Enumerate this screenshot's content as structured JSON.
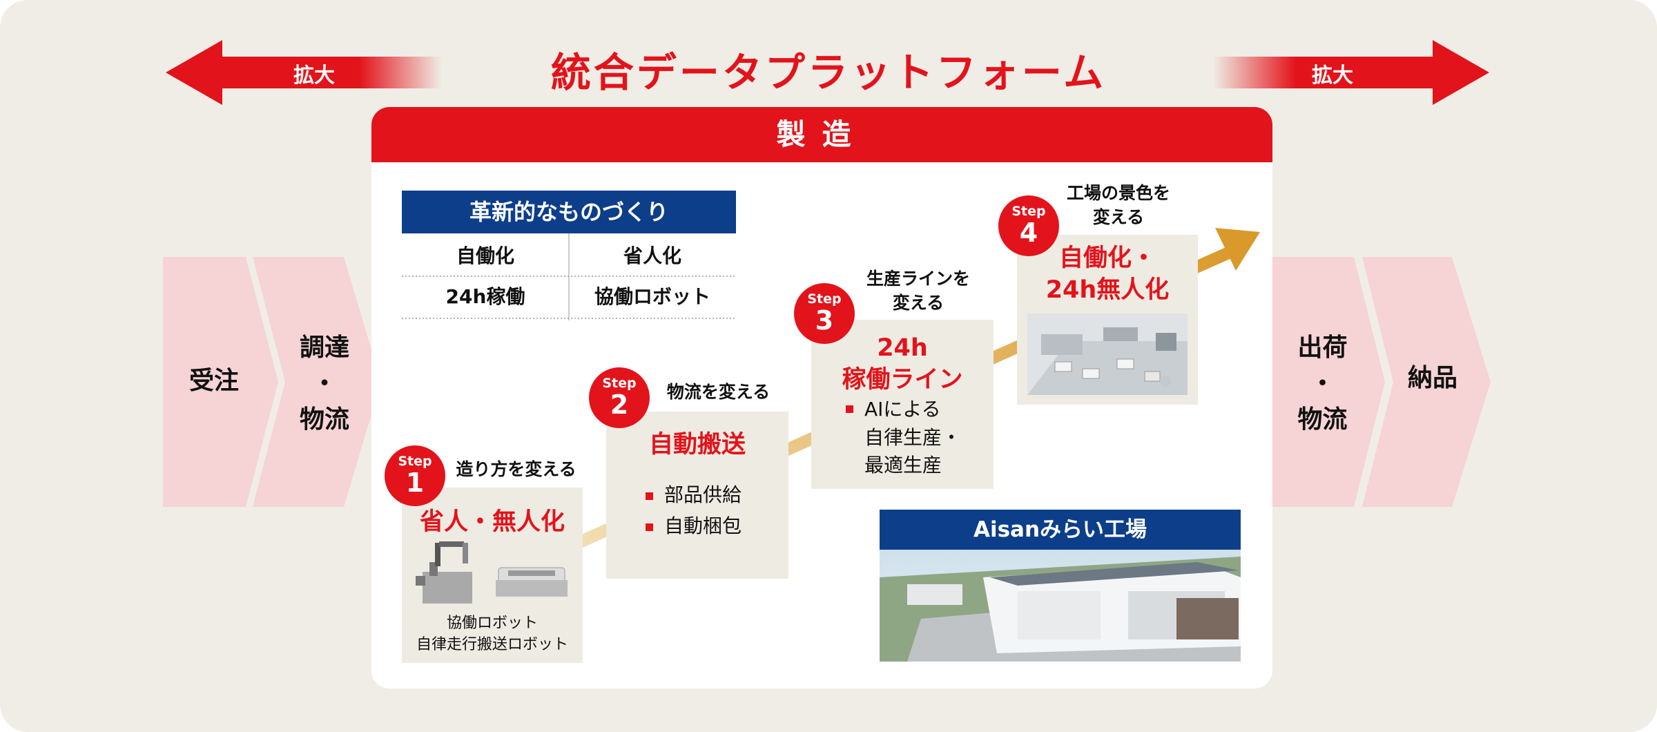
{
  "title": "統合データプラットフォーム",
  "expand_left": "拡大",
  "expand_right": "拡大",
  "left_chevrons": [
    "受注",
    "調達\n・\n物流"
  ],
  "right_chevrons": [
    "出荷\n・\n物流",
    "納品"
  ],
  "panel_title": "製造",
  "innovation": {
    "header": "革新的なものづくり",
    "cells": [
      "自働化",
      "省人化",
      "24h稼働",
      "協働ロボット"
    ]
  },
  "steps": [
    {
      "step_label": "Step",
      "number": "1",
      "caption": "造り方を変える",
      "title": "省人・無人化",
      "image_caption": "協働ロボット\n自律走行搬送ロボット"
    },
    {
      "step_label": "Step",
      "number": "2",
      "caption": "物流を変える",
      "title": "自動搬送",
      "bullets": [
        "部品供給",
        "自動梱包"
      ]
    },
    {
      "step_label": "Step",
      "number": "3",
      "caption": "生産ラインを\n変える",
      "title": "24h\n稼働ライン",
      "bullets": [
        "AIによる\n自律生産・\n最適生産"
      ]
    },
    {
      "step_label": "Step",
      "number": "4",
      "caption": "工場の景色を\n変える",
      "title": "自働化・\n24h無人化"
    }
  ],
  "aisan_title": "Aisanみらい工場",
  "colors": {
    "red": "#e3131b",
    "navy": "#0d3e8a",
    "pink": "#f6d3d5",
    "gold": "#d99a2b",
    "beige": "#f0ede6"
  }
}
